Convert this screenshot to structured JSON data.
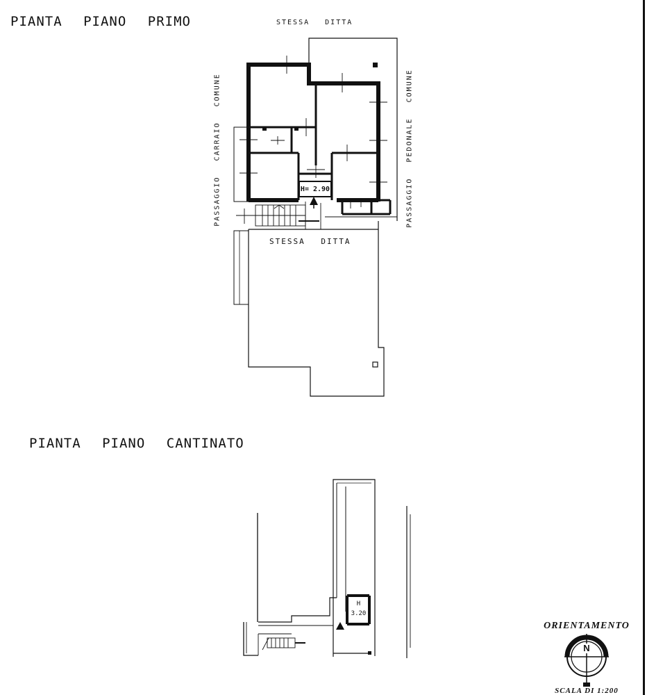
{
  "first_floor": {
    "title_words": [
      "PIANTA",
      "PIANO",
      "PRIMO"
    ],
    "top_neighbor": [
      "STESSA",
      "DITTA"
    ],
    "left_passage": [
      "PASSAGGIO",
      "CARRAIO",
      "COMUNE"
    ],
    "right_passage": [
      "PASSAGGIO",
      "PEDONALE",
      "COMUNE"
    ],
    "bottom_neighbor": [
      "STESSA",
      "DITTA"
    ],
    "height_label": "H= 2.90"
  },
  "basement": {
    "title_words": [
      "PIANTA",
      "PIANO",
      "CANTINATO"
    ],
    "height_label_top": "H",
    "height_label_bottom": "3.20"
  },
  "orientation": {
    "title": "ORIENTAMENTO",
    "north_symbol": "N",
    "scale": "SCALA DI 1:200"
  }
}
